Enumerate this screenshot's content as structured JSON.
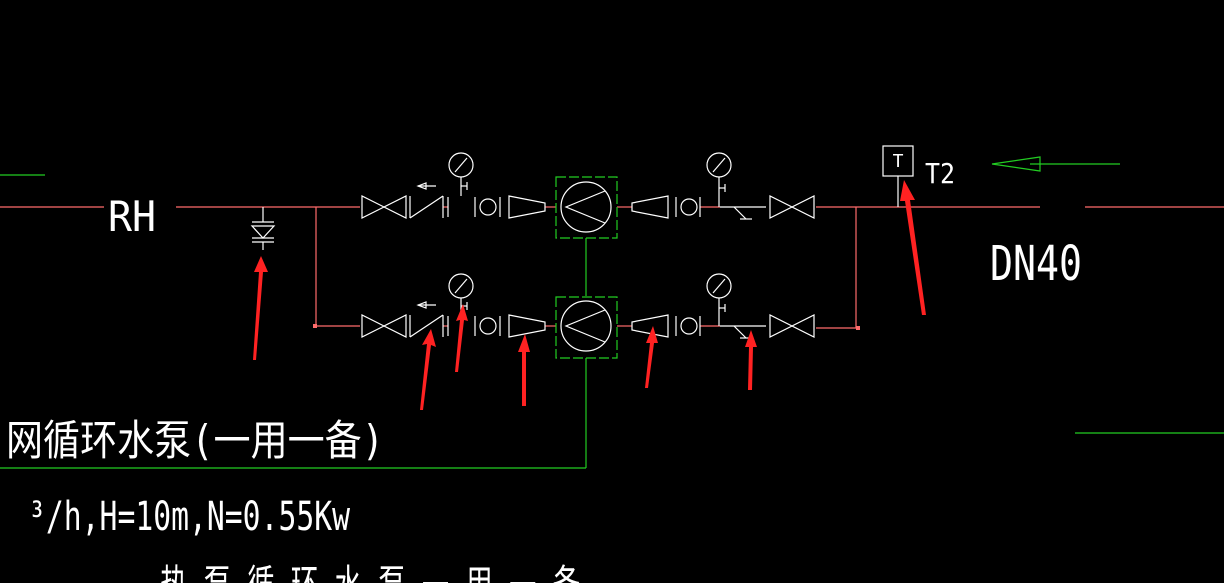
{
  "colors": {
    "background": "#000000",
    "pipe": "#ff6b6b",
    "symbol": "#ffffff",
    "pump_frame": "#22cc22",
    "green_line": "#22cc22",
    "annotation_arrow": "#ff2222"
  },
  "labels": {
    "pipe_code": "RH",
    "sensor_tag": "T2",
    "sensor_symbol": "T",
    "pipe_size": "DN40",
    "title": "网循环水泵(一用一备)",
    "spec": "³/h,H=10m,N=0.55Kw",
    "bottom_partial": "热 泵 循 环 水 泵 一 用 一 备"
  },
  "icons": [
    "gate-valve-icon",
    "check-valve-icon",
    "pressure-gauge-icon",
    "flexible-joint-icon",
    "reducer-icon",
    "pump-icon",
    "y-strainer-icon",
    "temperature-sensor-icon",
    "drain-valve-icon",
    "flow-arrow-icon",
    "red-arrow-icon"
  ]
}
